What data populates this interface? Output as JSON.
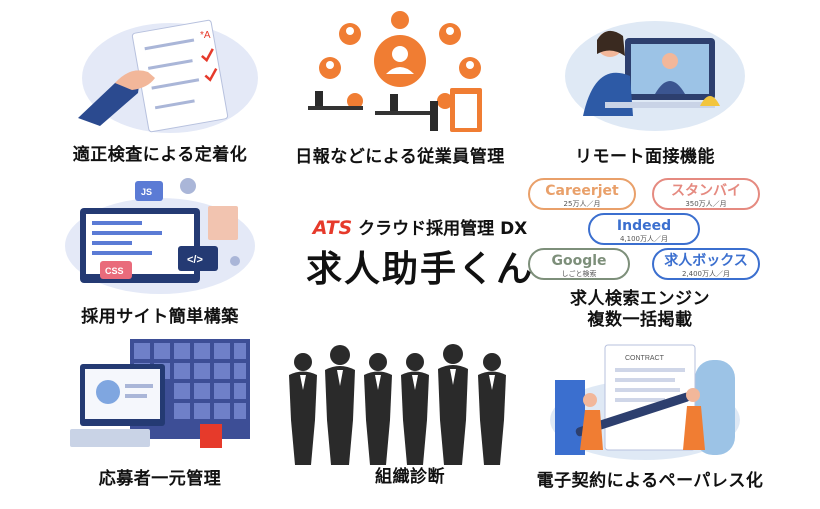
{
  "center": {
    "ats": "ATS",
    "subtitle": "クラウド採用管理 DX",
    "title": "求人助手くん"
  },
  "features": [
    {
      "caption": "適正検査による定着化",
      "icon": "test-sheet-illustration"
    },
    {
      "caption": "日報などによる従業員管理",
      "icon": "employee-network-illustration"
    },
    {
      "caption": "リモート面接機能",
      "icon": "remote-interview-illustration"
    },
    {
      "caption": "採用サイト簡単構築",
      "icon": "web-builder-illustration"
    },
    {
      "caption": "求人検索エンジン",
      "caption2": "複数一括掲載",
      "icon": "job-engines"
    },
    {
      "caption": "応募者一元管理",
      "icon": "applicant-database-illustration"
    },
    {
      "caption": "組織診断",
      "icon": "business-silhouettes"
    },
    {
      "caption": "電子契約によるペーパレス化",
      "icon": "contract-illustration"
    }
  ],
  "engines": [
    {
      "name": "Careerjet",
      "sub": "25万人／月",
      "color": "#e9a06a"
    },
    {
      "name": "スタンバイ",
      "sub": "350万人／月",
      "color": "#e58a80"
    },
    {
      "name": "Indeed",
      "sub": "4,100万人／月",
      "color": "#3b6fcf"
    },
    {
      "name": "Google",
      "sub": "しごと検索",
      "color": "#7d8f7a"
    },
    {
      "name": "求人ボックス",
      "sub": "2,400万人／月",
      "color": "#3b6fcf"
    }
  ],
  "contract": {
    "label": "CONTRACT"
  },
  "web": {
    "js": "JS",
    "css": "CSS",
    "code": "</>"
  }
}
